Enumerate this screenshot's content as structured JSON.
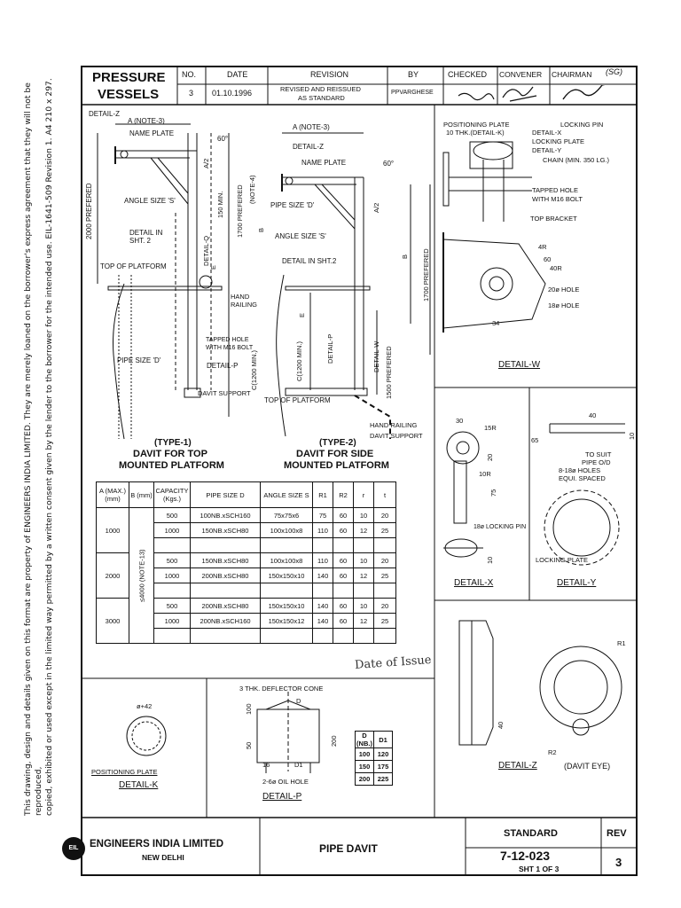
{
  "side_note": [
    "This drawing, design and details given on this format are property of ENGINEERS INDIA LIMITED. They are merely loaned on the borrower's express agreement that they will not be reproduced,",
    "copied, exhibited or used except in the limited way permitted by a written consent given by the lender to the borrower for the intended use. EIL-1641-509 Revision 1. A4 210 x 297."
  ],
  "header": {
    "title_line1": "PRESSURE",
    "title_line2": "VESSELS",
    "col_no": "NO.",
    "col_date": "DATE",
    "col_revision": "REVISION",
    "col_by": "BY",
    "col_checked": "CHECKED",
    "col_convener": "CONVENER",
    "col_chairman": "CHAIRMAN",
    "chairman_sign": "(SG)",
    "no": "3",
    "date": "01.10.1996",
    "revision_line1": "REVISED AND REISSUED",
    "revision_line2": "AS STANDARD",
    "by": "PPVARGHESE"
  },
  "davit": {
    "detail_z": "DETAIL-Z",
    "a_note3": "A (NOTE-3)",
    "name_plate": "NAME PLATE",
    "deg60": "60°",
    "angle_size": "ANGLE SIZE 'S'",
    "detail_in_sht2": "DETAIL IN SHT. 2",
    "top_of_platform": "TOP OF PLATFORM",
    "hand_railing": "HAND RAILING",
    "tapped_hole": "TAPPED HOLE",
    "with_m16": "WITH M16 BOLT",
    "pipe_size": "PIPE SIZE 'D'",
    "detail_p": "DETAIL-P",
    "davit_support": "DAVIT SUPPORT",
    "dim_2000": "2000 PREFERED",
    "dim_150": "150 MIN.",
    "dim_1700": "1700 PREFERED",
    "note4": "(NOTE-4)",
    "dim_a2": "A/2",
    "dim_b": "B",
    "dim_e": "E",
    "detail_q": "DETAIL-Q",
    "dim_c1200": "C(1200 MIN.)",
    "detail_w_lbl": "DETAIL-W",
    "dim_1500": "1500 PREFERED",
    "type1": "(TYPE-1)",
    "type1_l1": "DAVIT FOR TOP",
    "type1_l2": "MOUNTED PLATFORM",
    "type2": "(TYPE-2)",
    "type2_l1": "DAVIT FOR SIDE",
    "type2_l2": "MOUNTED PLATFORM",
    "detail_in_sht2b": "DETAIL IN SHT.2",
    "pipe_size2": "PIPE SIZE 'D'",
    "angle_size2": "ANGLE SIZE 'S'",
    "hand_railing2": "HAND RAILING",
    "davit_support2": "DAVIT SUPPORT",
    "top_of_platform2": "TOP OF PLATFORM"
  },
  "table": {
    "headers": [
      "A (MAX.) (mm)",
      "B (mm)",
      "CAPACITY (Kgs.)",
      "PIPE SIZE D",
      "ANGLE SIZE S",
      "R1",
      "R2",
      "r",
      "t"
    ],
    "b_value": "≤4000 (NOTE-13)",
    "groups": [
      {
        "a": "1000",
        "rows": [
          [
            "500",
            "100NB.xSCH160",
            "75x75x6",
            "75",
            "60",
            "10",
            "20"
          ],
          [
            "1000",
            "150NB.xSCH80",
            "100x100x8",
            "110",
            "60",
            "12",
            "25"
          ]
        ]
      },
      {
        "a": "2000",
        "rows": [
          [
            "500",
            "150NB.xSCH80",
            "100x100x8",
            "110",
            "60",
            "10",
            "20"
          ],
          [
            "1000",
            "200NB.xSCH80",
            "150x150x10",
            "140",
            "60",
            "12",
            "25"
          ]
        ]
      },
      {
        "a": "3000",
        "rows": [
          [
            "500",
            "200NB.xSCH80",
            "150x150x10",
            "140",
            "60",
            "10",
            "20"
          ],
          [
            "1000",
            "200NB.xSCH160",
            "150x150x12",
            "140",
            "60",
            "12",
            "25"
          ]
        ]
      }
    ]
  },
  "detail_w": {
    "positioning_plate": "POSITIONING PLATE",
    "ten_thk": "10 THK.(DETAIL-K)",
    "locking_pin": "LOCKING PIN",
    "detail_x": "DETAIL-X",
    "locking_plate": "LOCKING PLATE",
    "detail_y": "DETAIL-Y",
    "chain": "CHAIN (MIN. 350 LG.)",
    "tapped_hole": "TAPPED HOLE",
    "with_m16": "WITH M16 BOLT",
    "top_bracket": "TOP BRACKET",
    "d4r": "4R",
    "d60": "60",
    "d40r": "40R",
    "d20hole": "20ø HOLE",
    "d18hole": "18ø HOLE",
    "d34": "34",
    "label": "DETAIL-W"
  },
  "detail_x": {
    "d30": "30",
    "d15r": "15R",
    "d10r": "10R",
    "d20": "20",
    "d75": "75",
    "locking_pin": "18ø LOCKING PIN",
    "d10": "10",
    "label": "DETAIL-X"
  },
  "detail_y": {
    "d40": "40",
    "to_suit": "TO SUIT",
    "pipe_od": "PIPE O/D",
    "holes": "8-18ø HOLES",
    "equi": "EQUI. SPACED",
    "d65": "65",
    "d10": "10",
    "locking_plate": "LOCKING PLATE",
    "label": "DETAIL-Y"
  },
  "detail_k": {
    "dim": "ø+42",
    "positioning_plate": "POSITIONING PLATE",
    "label": "DETAIL-K"
  },
  "detail_p": {
    "deflector": "3 THK. DEFLECTOR CONE",
    "d_top": "D",
    "d100": "100",
    "d50": "50",
    "d200": "200",
    "d16": "16",
    "d1": "D1",
    "oil_hole": "2-6ø OIL HOLE",
    "label": "DETAIL-P",
    "dd_headers": [
      "D (NB.)",
      "D1"
    ],
    "dd_rows": [
      [
        "100",
        "120"
      ],
      [
        "150",
        "175"
      ],
      [
        "200",
        "225"
      ]
    ]
  },
  "detail_z": {
    "r1": "R1",
    "r2": "R2",
    "d40": "40",
    "label": "DETAIL-Z",
    "sub": "(DAVIT EYE)"
  },
  "stamp": {
    "date_of_issue": "Date of Issue"
  },
  "title_block": {
    "company": "ENGINEERS INDIA LIMITED",
    "city": "NEW DELHI",
    "logo": "EIL",
    "title": "PIPE DAVIT",
    "standard": "STANDARD",
    "number": "7-12-023",
    "sheet": "SHT 1 OF 3",
    "rev_label": "REV",
    "rev": "3"
  }
}
